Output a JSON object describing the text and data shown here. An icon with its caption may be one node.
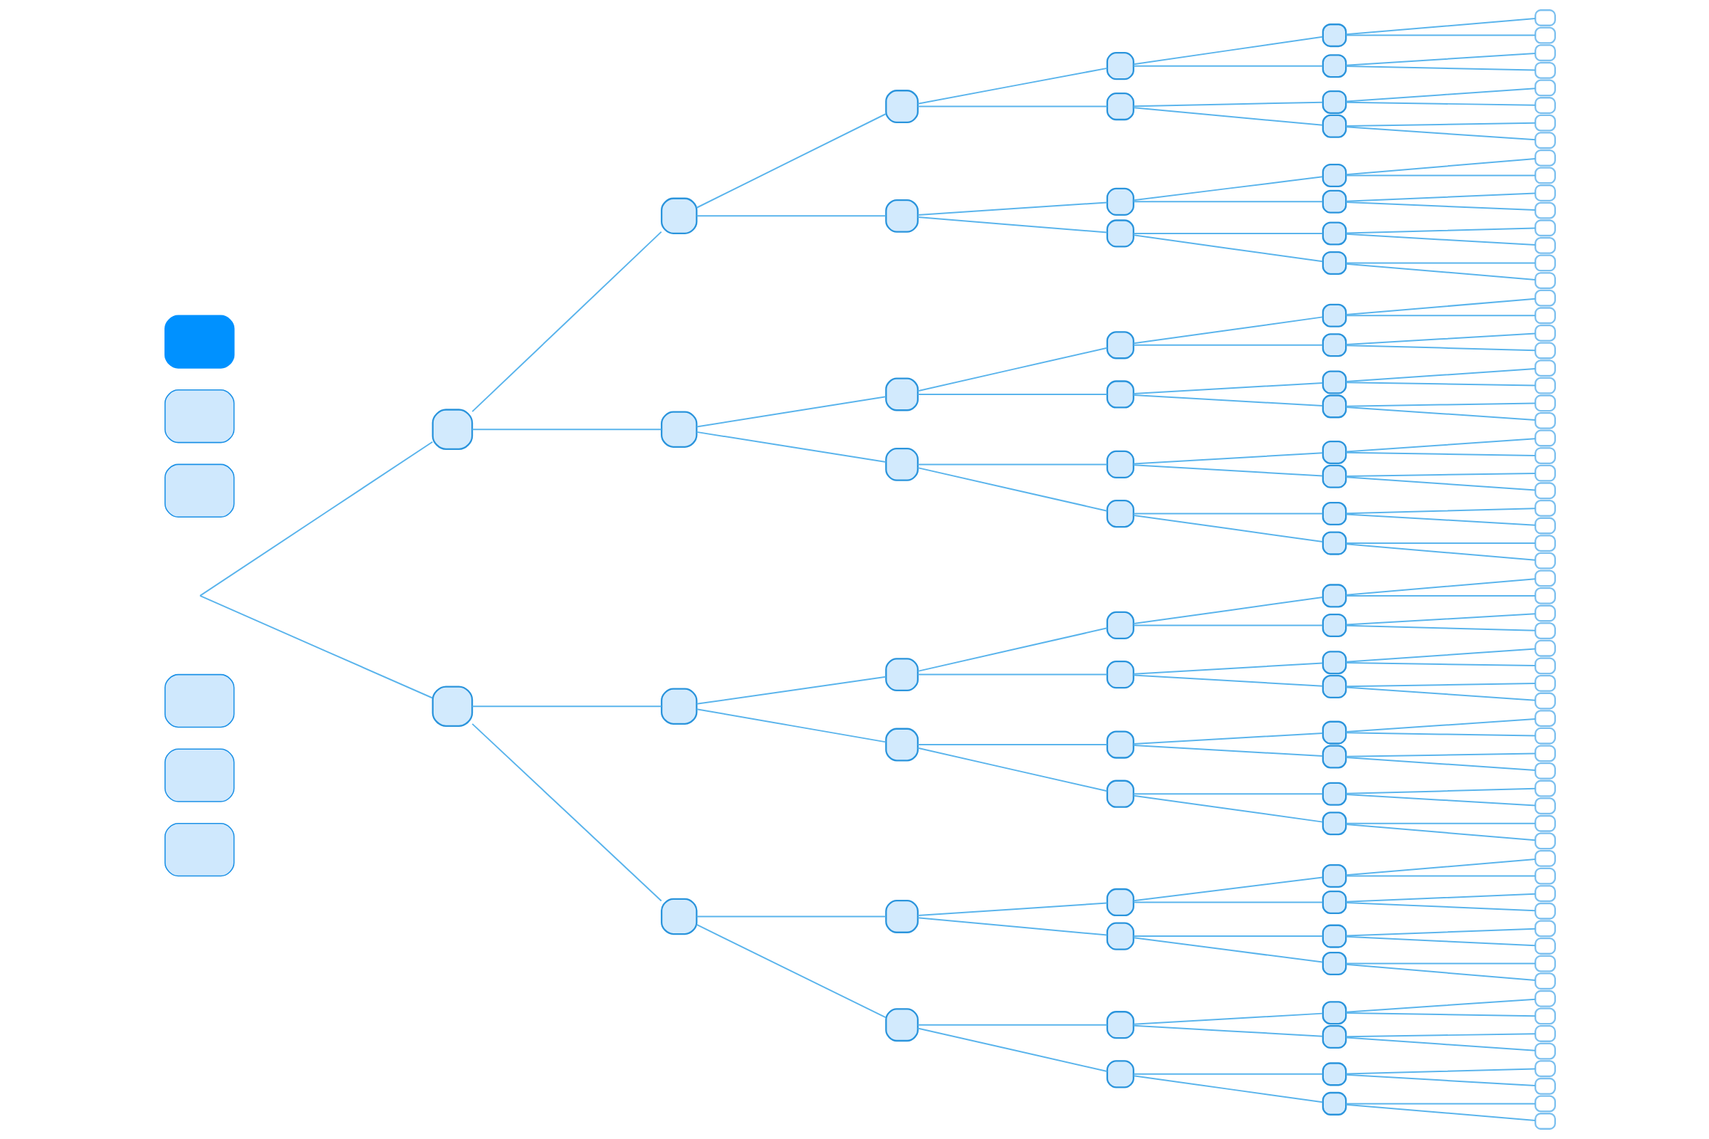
{
  "diagram": {
    "nodes": [
      {
        "text": [],
        "shape": "box"
      },
      {
        "text": [],
        "shape": "box"
      },
      {
        "text": [],
        "shape": "box"
      },
      {
        "text": [],
        "shape": "box"
      },
      {
        "text": [],
        "shape": "box"
      },
      {
        "text": [],
        "shape": "box"
      },
      {
        "text": [],
        "shape": "box"
      },
      {
        "text": [],
        "shape": "box"
      },
      {
        "text": [],
        "shape": "box"
      },
      {
        "text": [],
        "shape": "box"
      },
      {
        "text": [],
        "shape": "box"
      },
      {
        "text": [],
        "shape": "box"
      },
      {
        "text": [],
        "shape": "box"
      },
      {
        "text": [],
        "shape": "box"
      },
      {
        "text": [],
        "shape": "box"
      },
      {
        "text": [],
        "shape": "box"
      },
      {
        "text": [],
        "shape": "box"
      },
      {
        "text": [],
        "shape": "box"
      },
      {
        "text": [],
        "shape": "box"
      },
      {
        "text": [],
        "shape": "box"
      },
      {
        "text": [],
        "shape": "box"
      },
      {
        "text": [],
        "shape": "box"
      },
      {
        "text": [],
        "shape": "box"
      },
      {
        "text": [],
        "shape": "box"
      },
      {
        "text": [],
        "shape": "box"
      },
      {
        "text": [],
        "shape": "box"
      },
      {
        "text": [],
        "shape": "box"
      },
      {
        "text": [],
        "shape": "box"
      },
      {
        "text": [],
        "shape": "box"
      },
      {
        "text": [],
        "shape": "box"
      },
      {
        "text": [],
        "shape": "box"
      },
      {
        "text": [],
        "shape": "box"
      },
      {
        "text": [],
        "shape": "box"
      },
      {
        "text": [],
        "shape": "box"
      },
      {
        "text": [],
        "shape": "box"
      },
      {
        "text": [],
        "shape": "box"
      },
      {
        "text": [],
        "shape": "box"
      },
      {
        "text": [],
        "shape": "box"
      },
      {
        "text": [],
        "shape": "box"
      },
      {
        "text": [],
        "shape": "box"
      },
      {
        "text": [],
        "shape": "box"
      },
      {
        "text": [],
        "shape": "box"
      },
      {
        "text": [],
        "shape": "box"
      },
      {
        "text": [],
        "shape": "box"
      },
      {
        "text": [],
        "shape": "box"
      },
      {
        "text": [],
        "shape": "box"
      },
      {
        "text": [],
        "shape": "box"
      },
      {
        "text": [],
        "shape": "box"
      },
      {
        "text": [],
        "shape": "box"
      },
      {
        "text": [],
        "shape": "box"
      },
      {
        "text": [],
        "shape": "box"
      },
      {
        "text": [],
        "shape": "box"
      },
      {
        "text": [],
        "shape": "box"
      },
      {
        "text": [],
        "shape": "box"
      },
      {
        "text": [],
        "shape": "box"
      },
      {
        "text": [],
        "shape": "box"
      },
      {
        "text": [],
        "shape": "box"
      },
      {
        "text": [],
        "shape": "box"
      },
      {
        "text": [],
        "shape": "box"
      },
      {
        "text": [],
        "shape": "box"
      },
      {
        "text": [],
        "shape": "box"
      },
      {
        "text": [],
        "shape": "box"
      },
      {
        "text": [],
        "shape": "box"
      },
      {
        "text": [],
        "shape": "box"
      },
      {
        "text": [],
        "shape": "box"
      },
      {
        "text": [],
        "shape": "box"
      },
      {
        "text": [],
        "shape": "box"
      },
      {
        "text": [],
        "shape": "box"
      },
      {
        "text": [],
        "shape": "box"
      },
      {
        "text": [],
        "shape": "box"
      },
      {
        "text": [],
        "shape": "box"
      },
      {
        "text": [],
        "shape": "box"
      },
      {
        "text": [],
        "shape": "box"
      },
      {
        "text": [],
        "shape": "box"
      },
      {
        "text": [],
        "shape": "box"
      },
      {
        "text": [],
        "shape": "box"
      },
      {
        "text": [],
        "shape": "box"
      },
      {
        "text": [],
        "shape": "box"
      },
      {
        "text": [],
        "shape": "box"
      },
      {
        "text": [],
        "shape": "box"
      },
      {
        "text": [],
        "shape": "box"
      },
      {
        "text": [],
        "shape": "box"
      },
      {
        "text": [],
        "shape": "box"
      },
      {
        "text": [],
        "shape": "box"
      },
      {
        "text": [],
        "shape": "box"
      },
      {
        "text": [],
        "shape": "box"
      },
      {
        "text": [],
        "shape": "box"
      },
      {
        "text": [],
        "shape": "box"
      },
      {
        "text": [],
        "shape": "box"
      },
      {
        "text": [],
        "shape": "box"
      },
      {
        "text": [],
        "shape": "box"
      },
      {
        "text": [],
        "shape": "box"
      },
      {
        "text": [],
        "shape": "box"
      },
      {
        "text": [],
        "shape": "box"
      },
      {
        "text": [],
        "shape": "box"
      },
      {
        "text": [],
        "shape": "box"
      },
      {
        "text": [],
        "shape": "box"
      },
      {
        "text": [],
        "shape": "box"
      },
      {
        "text": [],
        "shape": "box"
      },
      {
        "text": [],
        "shape": "box"
      },
      {
        "text": [],
        "shape": "box"
      },
      {
        "text": [],
        "shape": "box"
      },
      {
        "text": [],
        "shape": "box"
      },
      {
        "text": [],
        "shape": "box"
      },
      {
        "text": [],
        "shape": "box"
      },
      {
        "text": [],
        "shape": "box"
      },
      {
        "text": [],
        "shape": "box"
      },
      {
        "text": [],
        "shape": "box"
      },
      {
        "text": [],
        "shape": "box"
      },
      {
        "text": [],
        "shape": "box"
      },
      {
        "text": [],
        "shape": "box"
      },
      {
        "text": [],
        "shape": "box"
      },
      {
        "text": [],
        "shape": "box"
      },
      {
        "text": [],
        "shape": "box"
      },
      {
        "text": [],
        "shape": "box"
      },
      {
        "text": [],
        "shape": "box"
      },
      {
        "text": [],
        "shape": "box"
      },
      {
        "text": [],
        "shape": "box"
      },
      {
        "text": [],
        "shape": "box"
      },
      {
        "text": [],
        "shape": "box"
      },
      {
        "text": [],
        "shape": "box"
      },
      {
        "text": [],
        "shape": "box"
      },
      {
        "text": [],
        "shape": "box"
      },
      {
        "text": [],
        "shape": "box"
      },
      {
        "text": [],
        "shape": "box"
      },
      {
        "text": [],
        "shape": "box"
      },
      {
        "text": [],
        "shape": "box"
      },
      {
        "text": [],
        "shape": "box"
      },
      {
        "text": [],
        "shape": "box"
      },
      {
        "text": [],
        "shape": "box"
      },
      {
        "text": [],
        "shape": "box"
      },
      {
        "text": [],
        "shape": "box"
      }
    ],
    "edges": [
      {
        "from": 6,
        "to": 7,
        "arrow": "none"
      },
      {
        "from": 6,
        "to": 8,
        "arrow": "none"
      },
      {
        "from": 6,
        "to": 9,
        "arrow": "none"
      },
      {
        "from": 7,
        "to": 10,
        "arrow": "none"
      },
      {
        "from": 7,
        "to": 11,
        "arrow": "none"
      },
      {
        "from": 8,
        "to": 12,
        "arrow": "none"
      },
      {
        "from": 8,
        "to": 13,
        "arrow": "none"
      },
      {
        "from": 9,
        "to": 14,
        "arrow": "none"
      },
      {
        "from": 9,
        "to": 15,
        "arrow": "none"
      },
      {
        "from": 10,
        "to": 16,
        "arrow": "none"
      },
      {
        "from": 10,
        "to": 17,
        "arrow": "none"
      },
      {
        "from": 11,
        "to": 18,
        "arrow": "none"
      },
      {
        "from": 11,
        "to": 19,
        "arrow": "none"
      },
      {
        "from": 12,
        "to": 20,
        "arrow": "none"
      },
      {
        "from": 12,
        "to": 21,
        "arrow": "none"
      },
      {
        "from": 13,
        "to": 22,
        "arrow": "none"
      },
      {
        "from": 13,
        "to": 23,
        "arrow": "none"
      },
      {
        "from": 14,
        "to": 24,
        "arrow": "none"
      },
      {
        "from": 14,
        "to": 25,
        "arrow": "none"
      },
      {
        "from": 15,
        "to": 26,
        "arrow": "none"
      },
      {
        "from": 15,
        "to": 27,
        "arrow": "none"
      },
      {
        "from": 16,
        "to": 28,
        "arrow": "none"
      },
      {
        "from": 16,
        "to": 29,
        "arrow": "none"
      },
      {
        "from": 17,
        "to": 30,
        "arrow": "none"
      },
      {
        "from": 17,
        "to": 31,
        "arrow": "none"
      },
      {
        "from": 18,
        "to": 32,
        "arrow": "none"
      },
      {
        "from": 18,
        "to": 33,
        "arrow": "none"
      },
      {
        "from": 19,
        "to": 34,
        "arrow": "none"
      },
      {
        "from": 19,
        "to": 35,
        "arrow": "none"
      },
      {
        "from": 20,
        "to": 36,
        "arrow": "none"
      },
      {
        "from": 20,
        "to": 37,
        "arrow": "none"
      },
      {
        "from": 21,
        "to": 38,
        "arrow": "none"
      },
      {
        "from": 21,
        "to": 39,
        "arrow": "none"
      },
      {
        "from": 22,
        "to": 40,
        "arrow": "none"
      },
      {
        "from": 22,
        "to": 41,
        "arrow": "none"
      },
      {
        "from": 23,
        "to": 42,
        "arrow": "none"
      },
      {
        "from": 23,
        "to": 43,
        "arrow": "none"
      },
      {
        "from": 24,
        "to": 44,
        "arrow": "none"
      },
      {
        "from": 24,
        "to": 45,
        "arrow": "none"
      },
      {
        "from": 25,
        "to": 46,
        "arrow": "none"
      },
      {
        "from": 25,
        "to": 47,
        "arrow": "none"
      },
      {
        "from": 26,
        "to": 48,
        "arrow": "none"
      },
      {
        "from": 26,
        "to": 49,
        "arrow": "none"
      },
      {
        "from": 27,
        "to": 50,
        "arrow": "none"
      },
      {
        "from": 27,
        "to": 51,
        "arrow": "none"
      },
      {
        "from": 28,
        "to": 52,
        "arrow": "none"
      },
      {
        "from": 28,
        "to": 53,
        "arrow": "none"
      },
      {
        "from": 29,
        "to": 54,
        "arrow": "none"
      },
      {
        "from": 29,
        "to": 55,
        "arrow": "none"
      },
      {
        "from": 30,
        "to": 56,
        "arrow": "none"
      },
      {
        "from": 30,
        "to": 57,
        "arrow": "none"
      },
      {
        "from": 31,
        "to": 58,
        "arrow": "none"
      },
      {
        "from": 31,
        "to": 59,
        "arrow": "none"
      },
      {
        "from": 32,
        "to": 60,
        "arrow": "none"
      },
      {
        "from": 32,
        "to": 61,
        "arrow": "none"
      },
      {
        "from": 33,
        "to": 62,
        "arrow": "none"
      },
      {
        "from": 33,
        "to": 63,
        "arrow": "none"
      },
      {
        "from": 34,
        "to": 64,
        "arrow": "none"
      },
      {
        "from": 34,
        "to": 65,
        "arrow": "none"
      },
      {
        "from": 35,
        "to": 66,
        "arrow": "none"
      },
      {
        "from": 35,
        "to": 67,
        "arrow": "none"
      },
      {
        "from": 36,
        "to": 68,
        "arrow": "none"
      },
      {
        "from": 36,
        "to": 69,
        "arrow": "none"
      },
      {
        "from": 37,
        "to": 70,
        "arrow": "none"
      },
      {
        "from": 37,
        "to": 71,
        "arrow": "none"
      },
      {
        "from": 38,
        "to": 72,
        "arrow": "none"
      },
      {
        "from": 38,
        "to": 73,
        "arrow": "none"
      },
      {
        "from": 39,
        "to": 74,
        "arrow": "none"
      },
      {
        "from": 39,
        "to": 75,
        "arrow": "none"
      },
      {
        "from": 40,
        "to": 76,
        "arrow": "none"
      },
      {
        "from": 40,
        "to": 77,
        "arrow": "none"
      },
      {
        "from": 41,
        "to": 78,
        "arrow": "none"
      },
      {
        "from": 41,
        "to": 79,
        "arrow": "none"
      },
      {
        "from": 42,
        "to": 80,
        "arrow": "none"
      },
      {
        "from": 42,
        "to": 81,
        "arrow": "none"
      },
      {
        "from": 43,
        "to": 82,
        "arrow": "none"
      },
      {
        "from": 43,
        "to": 83,
        "arrow": "none"
      },
      {
        "from": 44,
        "to": 84,
        "arrow": "none"
      },
      {
        "from": 44,
        "to": 85,
        "arrow": "none"
      },
      {
        "from": 45,
        "to": 86,
        "arrow": "none"
      },
      {
        "from": 45,
        "to": 87,
        "arrow": "none"
      },
      {
        "from": 46,
        "to": 88,
        "arrow": "none"
      },
      {
        "from": 46,
        "to": 89,
        "arrow": "none"
      },
      {
        "from": 47,
        "to": 90,
        "arrow": "none"
      },
      {
        "from": 47,
        "to": 91,
        "arrow": "none"
      },
      {
        "from": 48,
        "to": 92,
        "arrow": "none"
      },
      {
        "from": 48,
        "to": 93,
        "arrow": "none"
      },
      {
        "from": 49,
        "to": 94,
        "arrow": "none"
      },
      {
        "from": 49,
        "to": 95,
        "arrow": "none"
      },
      {
        "from": 50,
        "to": 96,
        "arrow": "none"
      },
      {
        "from": 50,
        "to": 97,
        "arrow": "none"
      },
      {
        "from": 51,
        "to": 98,
        "arrow": "none"
      },
      {
        "from": 51,
        "to": 99,
        "arrow": "none"
      },
      {
        "from": 52,
        "to": 100,
        "arrow": "none"
      },
      {
        "from": 52,
        "to": 101,
        "arrow": "none"
      },
      {
        "from": 53,
        "to": 102,
        "arrow": "none"
      },
      {
        "from": 53,
        "to": 103,
        "arrow": "none"
      },
      {
        "from": 54,
        "to": 104,
        "arrow": "none"
      },
      {
        "from": 54,
        "to": 105,
        "arrow": "none"
      },
      {
        "from": 55,
        "to": 106,
        "arrow": "none"
      },
      {
        "from": 55,
        "to": 107,
        "arrow": "none"
      },
      {
        "from": 56,
        "to": 108,
        "arrow": "none"
      },
      {
        "from": 56,
        "to": 109,
        "arrow": "none"
      },
      {
        "from": 57,
        "to": 110,
        "arrow": "none"
      },
      {
        "from": 57,
        "to": 111,
        "arrow": "none"
      },
      {
        "from": 58,
        "to": 112,
        "arrow": "none"
      },
      {
        "from": 58,
        "to": 113,
        "arrow": "none"
      },
      {
        "from": 59,
        "to": 114,
        "arrow": "none"
      },
      {
        "from": 59,
        "to": 115,
        "arrow": "none"
      },
      {
        "from": 60,
        "to": 116,
        "arrow": "none"
      },
      {
        "from": 60,
        "to": 117,
        "arrow": "none"
      },
      {
        "from": 61,
        "to": 118,
        "arrow": "none"
      },
      {
        "from": 61,
        "to": 119,
        "arrow": "none"
      },
      {
        "from": 62,
        "to": 120,
        "arrow": "none"
      },
      {
        "from": 62,
        "to": 121,
        "arrow": "none"
      },
      {
        "from": 63,
        "to": 122,
        "arrow": "none"
      },
      {
        "from": 63,
        "to": 123,
        "arrow": "none"
      },
      {
        "from": 64,
        "to": 124,
        "arrow": "none"
      },
      {
        "from": 64,
        "to": 125,
        "arrow": "none"
      },
      {
        "from": 65,
        "to": 126,
        "arrow": "none"
      },
      {
        "from": 65,
        "to": 127,
        "arrow": "none"
      },
      {
        "from": 66,
        "to": 128,
        "arrow": "none"
      },
      {
        "from": 66,
        "to": 129,
        "arrow": "none"
      },
      {
        "from": 67,
        "to": 130,
        "arrow": "none"
      },
      {
        "from": 67,
        "to": 131,
        "arrow": "none"
      }
    ]
  }
}
